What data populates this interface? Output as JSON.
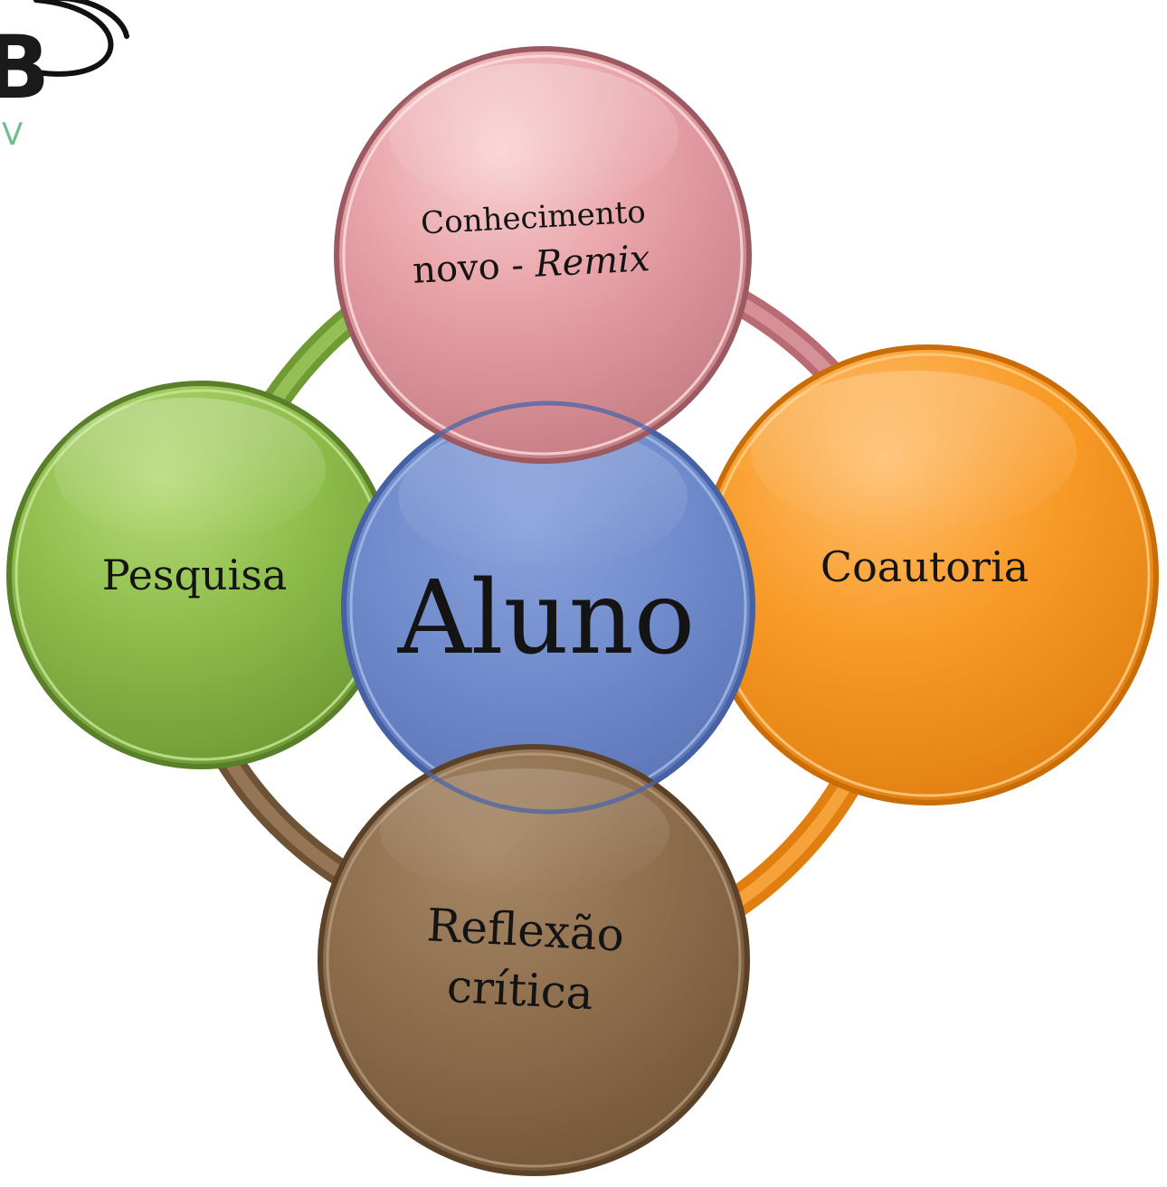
{
  "logo": {
    "letter": "B",
    "sub": "V"
  },
  "diagram": {
    "center": {
      "label": "Aluno"
    },
    "nodes": [
      {
        "id": "top",
        "line1": "Conhecimento",
        "line2_plain": "novo - ",
        "line2_italic": "Remix",
        "color": "#e0969b"
      },
      {
        "id": "left",
        "line1": "Pesquisa",
        "color": "#8cbc48"
      },
      {
        "id": "right",
        "line1": "Coautoria",
        "color": "#f7951e"
      },
      {
        "id": "bottom",
        "line1": "Reflexão",
        "line2": "crítica",
        "color": "#8e6e4e"
      }
    ],
    "center_color": "#6a86c8"
  }
}
